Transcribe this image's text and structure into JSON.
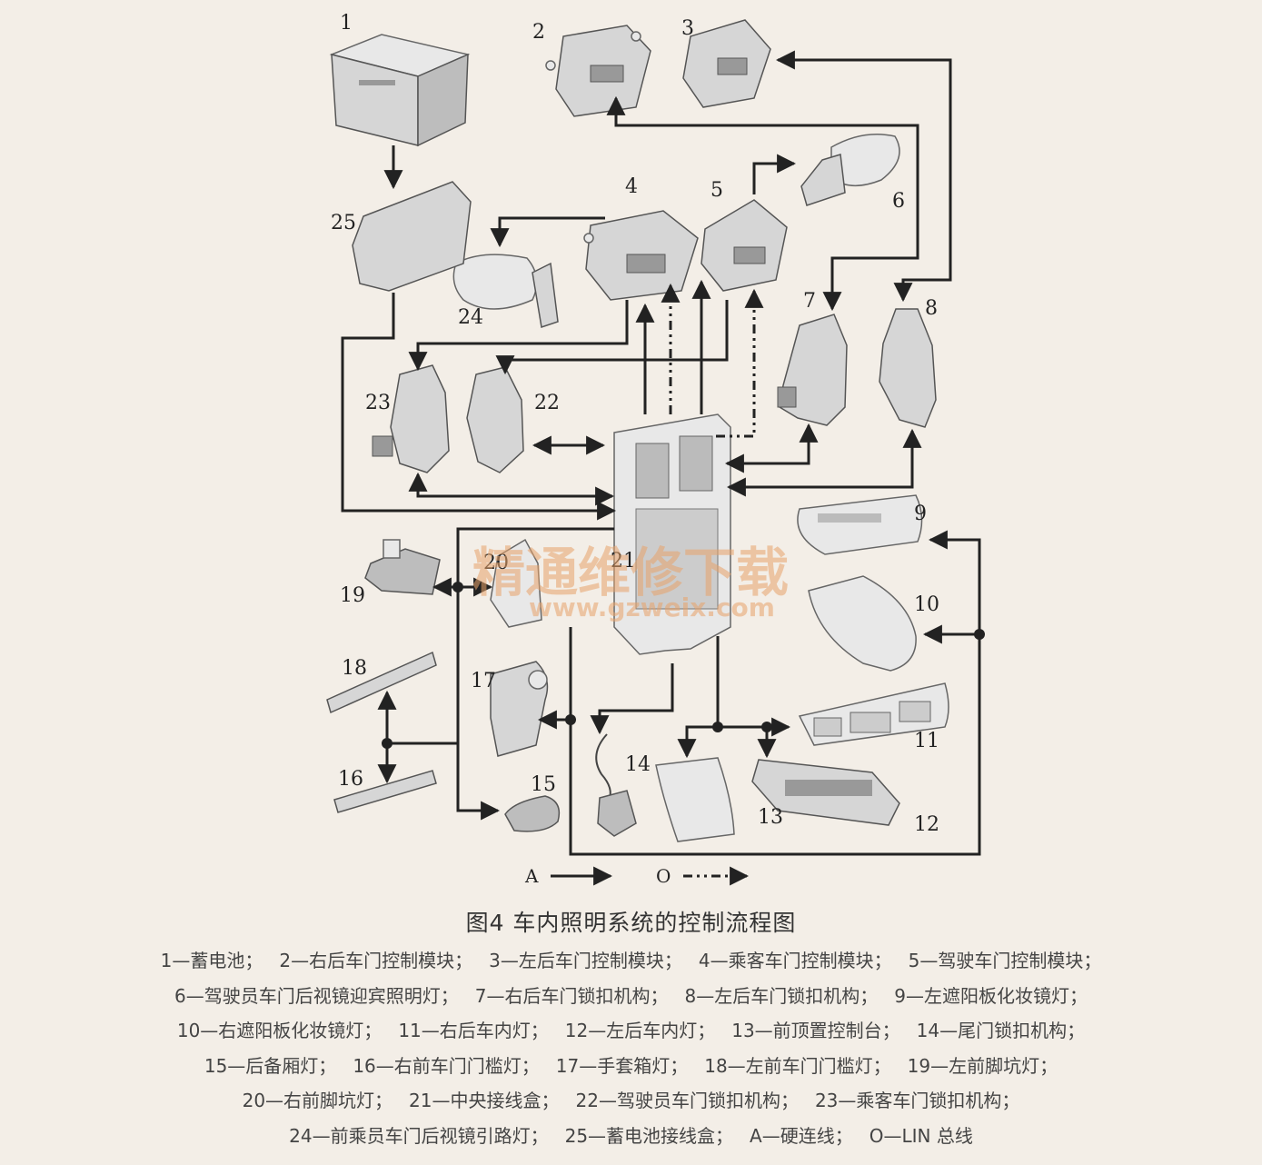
{
  "labels": {
    "n1": "1",
    "n2": "2",
    "n3": "3",
    "n4": "4",
    "n5": "5",
    "n6": "6",
    "n7": "7",
    "n8": "8",
    "n9": "9",
    "n10": "10",
    "n11": "11",
    "n12": "12",
    "n13": "13",
    "n14": "14",
    "n15": "15",
    "n16": "16",
    "n17": "17",
    "n18": "18",
    "n19": "19",
    "n20": "20",
    "n21": "21",
    "n22": "22",
    "n23": "23",
    "n24": "24",
    "n25": "25"
  },
  "line_types": {
    "A": "A",
    "O": "O"
  },
  "watermark": {
    "text": "精通维修下载",
    "url": "www.gzweix.com"
  },
  "caption": "图4  车内照明系统的控制流程图",
  "legend_lines": [
    [
      "1—蓄电池；",
      "2—右后车门控制模块；",
      "3—左后车门控制模块；",
      "4—乘客车门控制模块；",
      "5—驾驶车门控制模块；"
    ],
    [
      "6—驾驶员车门后视镜迎宾照明灯；",
      "7—右后车门锁扣机构；",
      "8—左后车门锁扣机构；",
      "9—左遮阳板化妆镜灯；"
    ],
    [
      "10—右遮阳板化妆镜灯；",
      "11—右后车内灯；",
      "12—左后车内灯；",
      "13—前顶置控制台；",
      "14—尾门锁扣机构；"
    ],
    [
      "15—后备厢灯；",
      "16—右前车门门槛灯；",
      "17—手套箱灯；",
      "18—左前车门门槛灯；",
      "19—左前脚坑灯；"
    ],
    [
      "20—右前脚坑灯；",
      "21—中央接线盒；",
      "22—驾驶员车门锁扣机构；",
      "23—乘客车门锁扣机构；"
    ],
    [
      "24—前乘员车门后视镜引路灯；",
      "25—蓄电池接线盒；",
      "A—硬连线；",
      "O—LIN 总线"
    ]
  ]
}
